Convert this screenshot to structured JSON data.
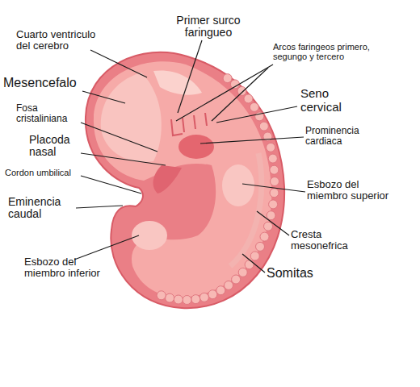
{
  "diagram": {
    "labels": [
      "Cuarto ventriculo del cerebro",
      "Primer surco faringueo",
      "Arcos faringeos primero, segungo y tercero",
      "Mesencefalo",
      "Seno cervical",
      "Fosa cristaliniana",
      "Placoda nasal",
      "Prominencia cardiaca",
      "Cordon umbilical",
      "Eminencia caudal",
      "Esbozo del miembro superior",
      "Cresta mesonefrica",
      "Esbozo del miembro inferior",
      "Somitas"
    ]
  }
}
